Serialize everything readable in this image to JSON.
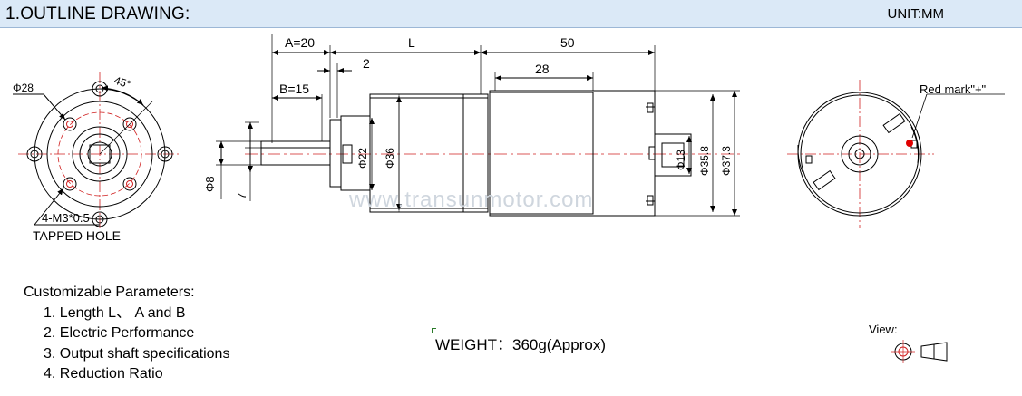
{
  "header": {
    "title": "1.OUTLINE DRAWING:",
    "unit": "UNIT:MM",
    "bg_color": "#dbe9f7"
  },
  "front_view": {
    "dia_label": "Φ28",
    "angle_label": "45°",
    "hole_label": "4-M3*0.5",
    "hole_note": "TAPPED HOLE"
  },
  "side_view": {
    "dim_a": "A=20",
    "dim_l": "L",
    "dim_50": "50",
    "dim_28": "28",
    "dim_2": "2",
    "dim_b": "B=15",
    "dim_phi8": "Φ8",
    "dim_7": "7",
    "dim_phi22": "Φ22",
    "dim_phi36": "Φ36",
    "dim_phi13": "Φ13",
    "dim_phi35_8": "Φ35.8",
    "dim_phi37_3": "Φ37.3",
    "watermark": "www.transunmotor.com"
  },
  "rear_view": {
    "red_mark_label": "Red mark\"+\"",
    "red_mark_color": "#e00000"
  },
  "params": {
    "heading": "Customizable Parameters:",
    "items": [
      "1. Length  L、 A and B",
      "2. Electric Performance",
      "3. Output shaft specifications",
      "4. Reduction Ratio"
    ]
  },
  "weight": "WEIGHT：360g(Approx)",
  "view_label": "View:",
  "colors": {
    "center_line": "#d02020",
    "line": "#000000"
  }
}
